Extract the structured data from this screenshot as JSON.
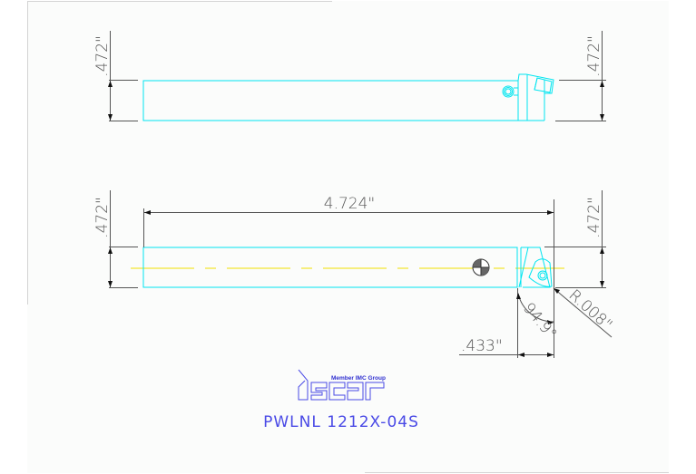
{
  "drawing": {
    "part_number": "PWLNL 1212X-04S",
    "brand": {
      "name": "iscar",
      "tagline": "Member IMC Group",
      "color": "#4a4ae6"
    },
    "colors": {
      "outline": "#00e5f0",
      "centerline": "#f0e000",
      "dimension": "#555555",
      "background": "#fbfcfb",
      "frame": "#d0d0d0"
    },
    "top_view": {
      "left_height_dim": ".472\"",
      "right_height_dim": ".472\""
    },
    "side_view": {
      "left_height_dim": ".472\"",
      "right_height_dim": ".472\"",
      "overall_length_dim": "4.724\"",
      "lead_angle_dim": "94.9°",
      "corner_radius_dim": "R.008\"",
      "offset_dim": ".433\""
    }
  }
}
